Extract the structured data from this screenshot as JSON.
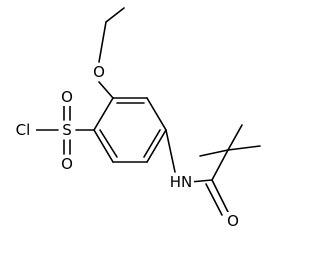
{
  "molecule": {
    "atoms": {
      "cl": "Cl",
      "s": "S",
      "o_top": "O",
      "o_bottom": "O",
      "o_ether": "O",
      "nh": "HN",
      "o_carbonyl": "O"
    }
  },
  "colors": {
    "bond": "#000000",
    "label": "#000000",
    "background": "#ffffff"
  }
}
